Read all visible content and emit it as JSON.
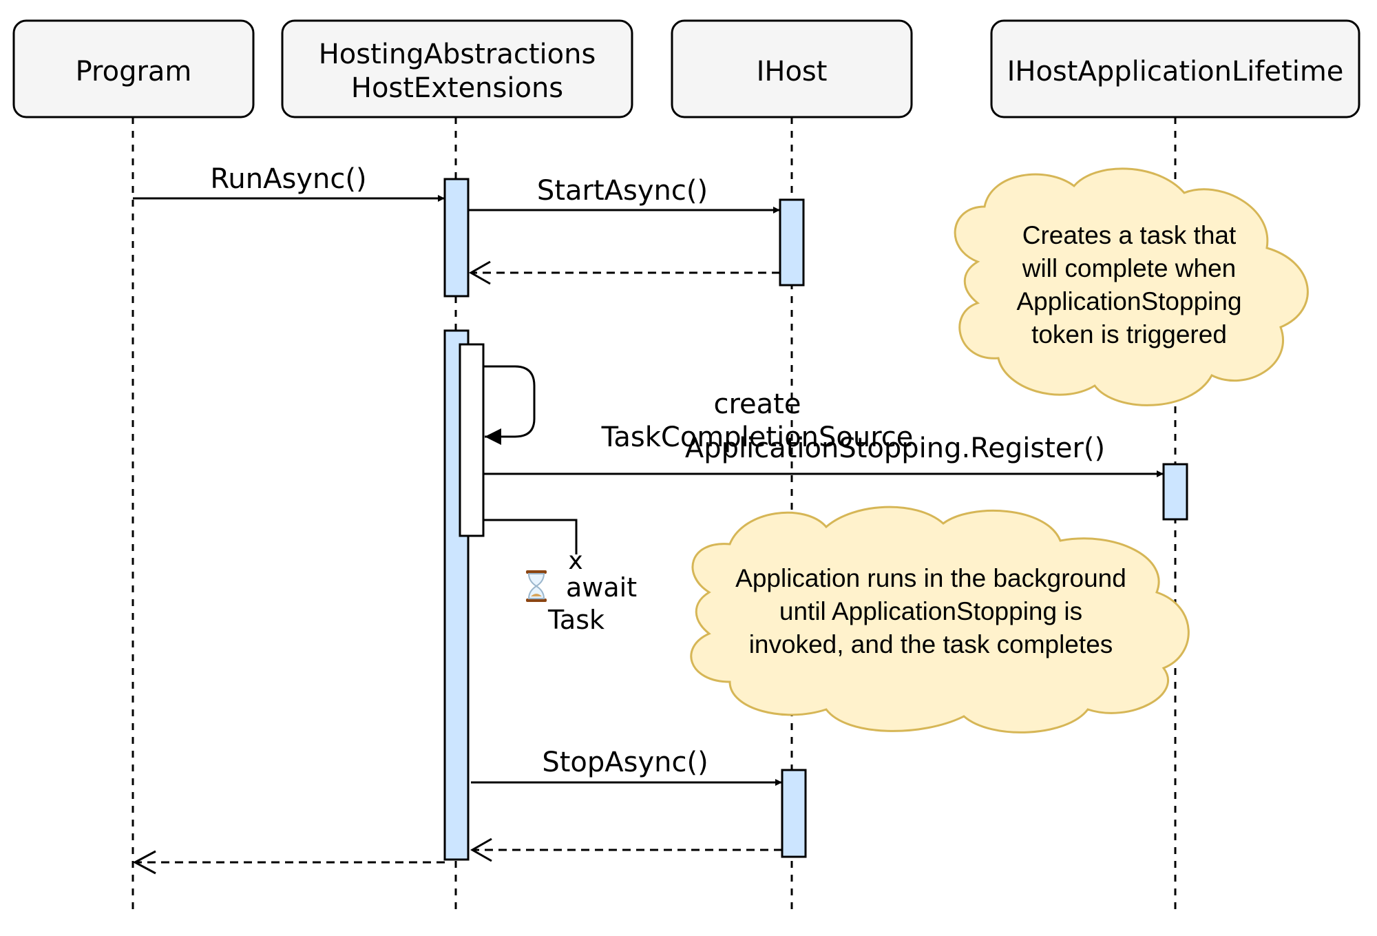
{
  "participants": [
    {
      "id": "program",
      "lines": [
        "Program"
      ]
    },
    {
      "id": "host-extensions",
      "lines": [
        "HostingAbstractions",
        "HostExtensions"
      ]
    },
    {
      "id": "ihost",
      "lines": [
        "IHost"
      ]
    },
    {
      "id": "lifetime",
      "lines": [
        "IHostApplicationLifetime"
      ]
    }
  ],
  "messages": {
    "run_async": "RunAsync()",
    "start_async": "StartAsync()",
    "create_line1": "create",
    "create_line2": "TaskCompletionSource",
    "register": "ApplicationStopping.Register()",
    "await_x": "x",
    "await_word": "await",
    "await_task": "Task",
    "stop_async": "StopAsync()"
  },
  "notes": {
    "task_note": [
      "Creates a task that",
      "will complete when",
      "ApplicationStopping",
      "token is triggered"
    ],
    "background_note": [
      "Application runs in the background",
      "until ApplicationStopping is",
      "invoked, and the task completes"
    ]
  },
  "icons": {
    "await": "hourglass-icon"
  },
  "colors": {
    "participant_fill": "#f5f5f5",
    "activation_fill": "#cce5ff",
    "note_fill": "#fff2cc",
    "note_stroke": "#d6b656",
    "line": "#000000"
  }
}
